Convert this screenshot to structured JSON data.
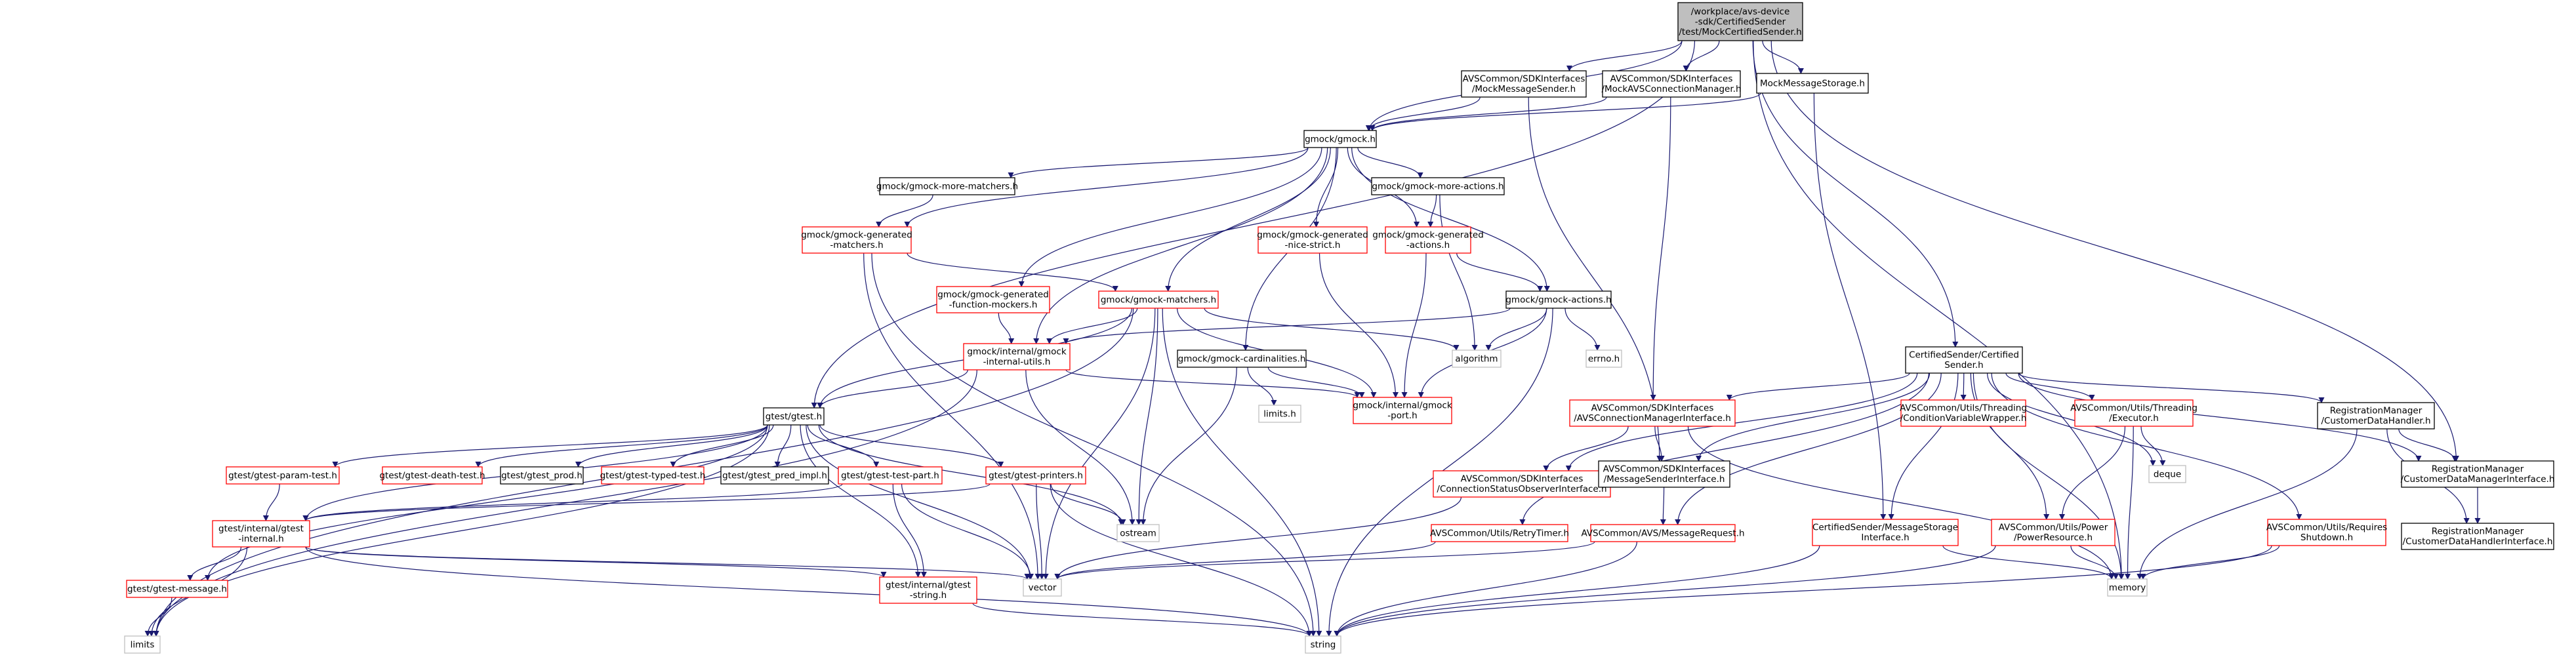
{
  "colors": {
    "edge": "#191970",
    "root_fill": "#bfbfbf",
    "root_border": "#000000",
    "normal_border": "#000000",
    "incomplete_border": "#ff0000",
    "system_border": "#bfbfbf",
    "background": "#ffffff"
  },
  "nodes": [
    {
      "id": "root",
      "kind": "root",
      "lines": [
        "/workplace/avs-device",
        "-sdk/CertifiedSender",
        "/test/MockCertifiedSender.h"
      ]
    },
    {
      "id": "mockmsgsender",
      "kind": "normal",
      "lines": [
        "AVSCommon/SDKInterfaces",
        "/MockMessageSender.h"
      ]
    },
    {
      "id": "mockconnmgr",
      "kind": "normal",
      "lines": [
        "AVSCommon/SDKInterfaces",
        "/MockAVSConnectionManager.h"
      ]
    },
    {
      "id": "mockmsgstorage",
      "kind": "normal",
      "lines": [
        "MockMessageStorage.h"
      ]
    },
    {
      "id": "gmock",
      "kind": "normal",
      "lines": [
        "gmock/gmock.h"
      ]
    },
    {
      "id": "moremat",
      "kind": "normal",
      "lines": [
        "gmock/gmock-more-matchers.h"
      ]
    },
    {
      "id": "moreact",
      "kind": "normal",
      "lines": [
        "gmock/gmock-more-actions.h"
      ]
    },
    {
      "id": "genmatch",
      "kind": "incomplete",
      "lines": [
        "gmock/gmock-generated",
        "-matchers.h"
      ]
    },
    {
      "id": "gennice",
      "kind": "incomplete",
      "lines": [
        "gmock/gmock-generated",
        "-nice-strict.h"
      ]
    },
    {
      "id": "genact",
      "kind": "incomplete",
      "lines": [
        "gmock/gmock-generated",
        "-actions.h"
      ]
    },
    {
      "id": "genfunc",
      "kind": "incomplete",
      "lines": [
        "gmock/gmock-generated",
        "-function-mockers.h"
      ]
    },
    {
      "id": "gmatch",
      "kind": "incomplete",
      "lines": [
        "gmock/gmock-matchers.h"
      ]
    },
    {
      "id": "gact",
      "kind": "normal",
      "lines": [
        "gmock/gmock-actions.h"
      ]
    },
    {
      "id": "algorithm",
      "kind": "system",
      "lines": [
        "algorithm"
      ]
    },
    {
      "id": "errno",
      "kind": "system",
      "lines": [
        "errno.h"
      ]
    },
    {
      "id": "intutils",
      "kind": "incomplete",
      "lines": [
        "gmock/internal/gmock",
        "-internal-utils.h"
      ]
    },
    {
      "id": "card",
      "kind": "normal",
      "lines": [
        "gmock/gmock-cardinalities.h"
      ]
    },
    {
      "id": "limitsh",
      "kind": "system",
      "lines": [
        "limits.h"
      ]
    },
    {
      "id": "port",
      "kind": "incomplete",
      "lines": [
        "gmock/internal/gmock",
        "-port.h"
      ]
    },
    {
      "id": "gtest",
      "kind": "normal",
      "lines": [
        "gtest/gtest.h"
      ]
    },
    {
      "id": "paramtest",
      "kind": "incomplete",
      "lines": [
        "gtest/gtest-param-test.h"
      ]
    },
    {
      "id": "deathtest",
      "kind": "incomplete",
      "lines": [
        "gtest/gtest-death-test.h"
      ]
    },
    {
      "id": "prod",
      "kind": "normal",
      "lines": [
        "gtest/gtest_prod.h"
      ]
    },
    {
      "id": "typedtest",
      "kind": "incomplete",
      "lines": [
        "gtest/gtest-typed-test.h"
      ]
    },
    {
      "id": "predimpl",
      "kind": "normal",
      "lines": [
        "gtest/gtest_pred_impl.h"
      ]
    },
    {
      "id": "testpart",
      "kind": "incomplete",
      "lines": [
        "gtest/gtest-test-part.h"
      ]
    },
    {
      "id": "printers",
      "kind": "incomplete",
      "lines": [
        "gtest/gtest-printers.h"
      ]
    },
    {
      "id": "ginternal",
      "kind": "incomplete",
      "lines": [
        "gtest/internal/gtest",
        "-internal.h"
      ]
    },
    {
      "id": "ostream",
      "kind": "system",
      "lines": [
        "ostream"
      ]
    },
    {
      "id": "vector",
      "kind": "system",
      "lines": [
        "vector"
      ]
    },
    {
      "id": "gmessage",
      "kind": "incomplete",
      "lines": [
        "gtest/gtest-message.h"
      ]
    },
    {
      "id": "gstring",
      "kind": "incomplete",
      "lines": [
        "gtest/internal/gtest",
        "-string.h"
      ]
    },
    {
      "id": "limits",
      "kind": "system",
      "lines": [
        "limits"
      ]
    },
    {
      "id": "string",
      "kind": "system",
      "lines": [
        "string"
      ]
    },
    {
      "id": "certsender",
      "kind": "normal",
      "lines": [
        "CertifiedSender/Certified",
        "Sender.h"
      ]
    },
    {
      "id": "avsconnmgr",
      "kind": "incomplete",
      "lines": [
        "AVSCommon/SDKInterfaces",
        "/AVSConnectionManagerInterface.h"
      ]
    },
    {
      "id": "condvar",
      "kind": "incomplete",
      "lines": [
        "AVSCommon/Utils/Threading",
        "/ConditionVariableWrapper.h"
      ]
    },
    {
      "id": "executor",
      "kind": "incomplete",
      "lines": [
        "AVSCommon/Utils/Threading",
        "/Executor.h"
      ]
    },
    {
      "id": "deque",
      "kind": "system",
      "lines": [
        "deque"
      ]
    },
    {
      "id": "custdatahandler",
      "kind": "normal",
      "lines": [
        "RegistrationManager",
        "/CustomerDataHandler.h"
      ]
    },
    {
      "id": "connstatus",
      "kind": "incomplete",
      "lines": [
        "AVSCommon/SDKInterfaces",
        "/ConnectionStatusObserverInterface.h"
      ]
    },
    {
      "id": "msgsenderif",
      "kind": "normal",
      "lines": [
        "AVSCommon/SDKInterfaces",
        "/MessageSenderInterface.h"
      ]
    },
    {
      "id": "custdatamgr",
      "kind": "normal",
      "lines": [
        "RegistrationManager",
        "/CustomerDataManagerInterface.h"
      ]
    },
    {
      "id": "retrytimer",
      "kind": "incomplete",
      "lines": [
        "AVSCommon/Utils/RetryTimer.h"
      ]
    },
    {
      "id": "msgrequest",
      "kind": "incomplete",
      "lines": [
        "AVSCommon/AVS/MessageRequest.h"
      ]
    },
    {
      "id": "msgstorageif",
      "kind": "incomplete",
      "lines": [
        "CertifiedSender/MessageStorage",
        "Interface.h"
      ]
    },
    {
      "id": "powerres",
      "kind": "incomplete",
      "lines": [
        "AVSCommon/Utils/Power",
        "/PowerResource.h"
      ]
    },
    {
      "id": "reqshutdown",
      "kind": "incomplete",
      "lines": [
        "AVSCommon/Utils/Requires",
        "Shutdown.h"
      ]
    },
    {
      "id": "memory",
      "kind": "system",
      "lines": [
        "memory"
      ]
    },
    {
      "id": "custdatahandlerif",
      "kind": "normal",
      "lines": [
        "RegistrationManager",
        "/CustomerDataHandlerInterface.h"
      ]
    }
  ],
  "edges": [
    [
      "root",
      "mockmsgsender"
    ],
    [
      "root",
      "mockconnmgr"
    ],
    [
      "root",
      "mockmsgstorage"
    ],
    [
      "root",
      "gmock"
    ],
    [
      "root",
      "gtest"
    ],
    [
      "root",
      "certsender"
    ],
    [
      "root",
      "custdatamgr"
    ],
    [
      "root",
      "memory"
    ],
    [
      "mockmsgsender",
      "gmock"
    ],
    [
      "mockmsgsender",
      "msgsenderif"
    ],
    [
      "mockconnmgr",
      "gmock"
    ],
    [
      "mockconnmgr",
      "avsconnmgr"
    ],
    [
      "mockmsgstorage",
      "gmock"
    ],
    [
      "mockmsgstorage",
      "msgstorageif"
    ],
    [
      "gmock",
      "moremat"
    ],
    [
      "gmock",
      "moreact"
    ],
    [
      "gmock",
      "genmatch"
    ],
    [
      "gmock",
      "gennice"
    ],
    [
      "gmock",
      "genact"
    ],
    [
      "gmock",
      "genfunc"
    ],
    [
      "gmock",
      "gmatch"
    ],
    [
      "gmock",
      "gact"
    ],
    [
      "gmock",
      "intutils"
    ],
    [
      "gmock",
      "card"
    ],
    [
      "moremat",
      "genmatch"
    ],
    [
      "moreact",
      "genact"
    ],
    [
      "moreact",
      "algorithm"
    ],
    [
      "genmatch",
      "gmatch"
    ],
    [
      "genmatch",
      "vector"
    ],
    [
      "genmatch",
      "string"
    ],
    [
      "gennice",
      "port"
    ],
    [
      "genact",
      "gact"
    ],
    [
      "genact",
      "port"
    ],
    [
      "genfunc",
      "intutils"
    ],
    [
      "gmatch",
      "algorithm"
    ],
    [
      "gmatch",
      "intutils"
    ],
    [
      "gmatch",
      "port"
    ],
    [
      "gmatch",
      "gtest"
    ],
    [
      "gmatch",
      "limits"
    ],
    [
      "gmatch",
      "ostream"
    ],
    [
      "gmatch",
      "vector"
    ],
    [
      "gmatch",
      "string"
    ],
    [
      "gact",
      "algorithm"
    ],
    [
      "gact",
      "errno"
    ],
    [
      "gact",
      "intutils"
    ],
    [
      "gact",
      "port"
    ],
    [
      "gact",
      "string"
    ],
    [
      "intutils",
      "gtest"
    ],
    [
      "intutils",
      "port"
    ],
    [
      "intutils",
      "ostream"
    ],
    [
      "intutils",
      "limits"
    ],
    [
      "card",
      "limitsh"
    ],
    [
      "card",
      "port"
    ],
    [
      "card",
      "ostream"
    ],
    [
      "gtest",
      "paramtest"
    ],
    [
      "gtest",
      "deathtest"
    ],
    [
      "gtest",
      "prod"
    ],
    [
      "gtest",
      "typedtest"
    ],
    [
      "gtest",
      "predimpl"
    ],
    [
      "gtest",
      "testpart"
    ],
    [
      "gtest",
      "printers"
    ],
    [
      "gtest",
      "ginternal"
    ],
    [
      "gtest",
      "gmessage"
    ],
    [
      "gtest",
      "gstring"
    ],
    [
      "gtest",
      "ostream"
    ],
    [
      "gtest",
      "vector"
    ],
    [
      "gtest",
      "limits"
    ],
    [
      "paramtest",
      "ginternal"
    ],
    [
      "testpart",
      "ginternal"
    ],
    [
      "testpart",
      "gstring"
    ],
    [
      "testpart",
      "vector"
    ],
    [
      "printers",
      "ginternal"
    ],
    [
      "printers",
      "ostream"
    ],
    [
      "printers",
      "vector"
    ],
    [
      "printers",
      "string"
    ],
    [
      "ginternal",
      "gmessage"
    ],
    [
      "ginternal",
      "gstring"
    ],
    [
      "ginternal",
      "limits"
    ],
    [
      "ginternal",
      "vector"
    ],
    [
      "ginternal",
      "string"
    ],
    [
      "gmessage",
      "limits"
    ],
    [
      "gstring",
      "string"
    ],
    [
      "certsender",
      "avsconnmgr"
    ],
    [
      "certsender",
      "condvar"
    ],
    [
      "certsender",
      "executor"
    ],
    [
      "certsender",
      "deque"
    ],
    [
      "certsender",
      "custdatahandler"
    ],
    [
      "certsender",
      "connstatus"
    ],
    [
      "certsender",
      "msgsenderif"
    ],
    [
      "certsender",
      "custdatamgr"
    ],
    [
      "certsender",
      "retrytimer"
    ],
    [
      "certsender",
      "msgrequest"
    ],
    [
      "certsender",
      "msgstorageif"
    ],
    [
      "certsender",
      "powerres"
    ],
    [
      "certsender",
      "reqshutdown"
    ],
    [
      "certsender",
      "memory"
    ],
    [
      "avsconnmgr",
      "connstatus"
    ],
    [
      "avsconnmgr",
      "msgsenderif"
    ],
    [
      "avsconnmgr",
      "memory"
    ],
    [
      "executor",
      "deque"
    ],
    [
      "executor",
      "powerres"
    ],
    [
      "executor",
      "memory"
    ],
    [
      "custdatahandler",
      "custdatamgr"
    ],
    [
      "custdatahandler",
      "custdatahandlerif"
    ],
    [
      "custdatahandler",
      "memory"
    ],
    [
      "connstatus",
      "vector"
    ],
    [
      "msgsenderif",
      "msgrequest"
    ],
    [
      "custdatamgr",
      "custdatahandlerif"
    ],
    [
      "retrytimer",
      "vector"
    ],
    [
      "msgrequest",
      "string"
    ],
    [
      "msgrequest",
      "vector"
    ],
    [
      "msgstorageif",
      "memory"
    ],
    [
      "msgstorageif",
      "string"
    ],
    [
      "powerres",
      "memory"
    ],
    [
      "powerres",
      "string"
    ],
    [
      "reqshutdown",
      "memory"
    ],
    [
      "reqshutdown",
      "string"
    ]
  ]
}
